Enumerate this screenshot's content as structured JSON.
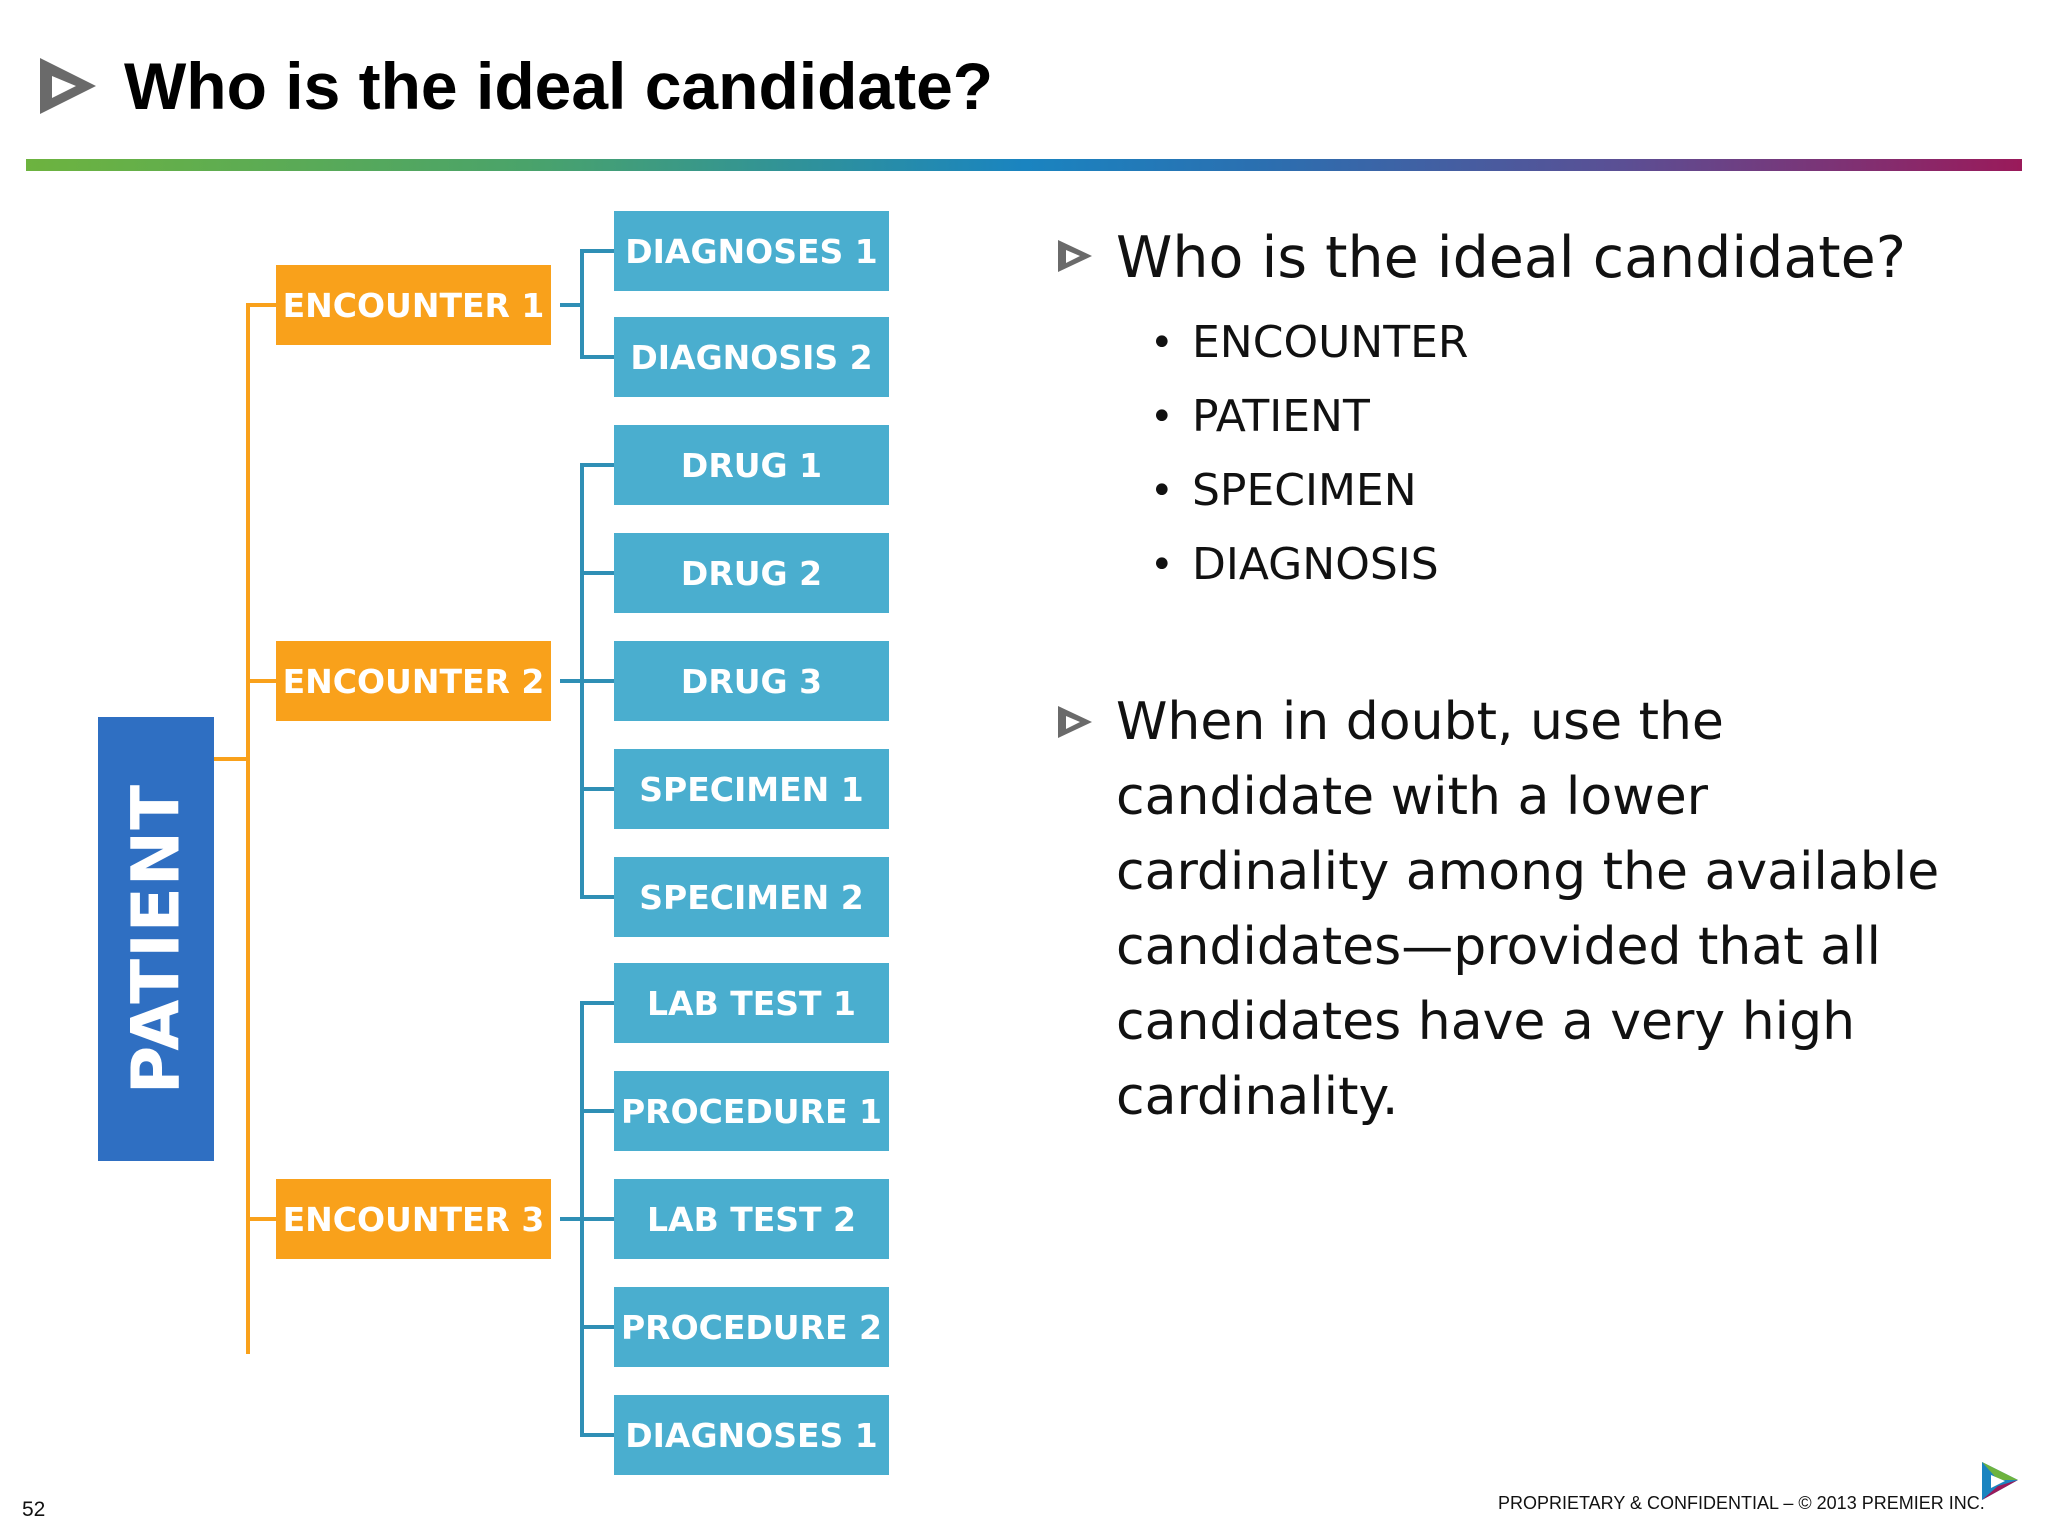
{
  "title": "Who is the ideal candidate?",
  "diagram": {
    "root": "PATIENT",
    "encounters": [
      {
        "label": "ENCOUNTER 1",
        "items": [
          "DIAGNOSES 1",
          "DIAGNOSIS 2"
        ]
      },
      {
        "label": "ENCOUNTER 2",
        "items": [
          "DRUG 1",
          "DRUG 2",
          "DRUG 3",
          "SPECIMEN 1",
          "SPECIMEN 2"
        ]
      },
      {
        "label": "ENCOUNTER 3",
        "items": [
          "LAB TEST 1",
          "PROCEDURE 1",
          "LAB TEST 2",
          "PROCEDURE 2",
          "DIAGNOSES 1"
        ]
      }
    ],
    "colors": {
      "root": "#2f6fc2",
      "encounter": "#f9a11b",
      "item": "#4aaecf",
      "item_connector": "#2f8fb5"
    }
  },
  "right_panel": {
    "heading": "Who is the ideal candidate?",
    "bullets": [
      "ENCOUNTER",
      "PATIENT",
      "SPECIMEN",
      "DIAGNOSIS"
    ],
    "paragraph": "When in doubt, use the candidate with a lower cardinality among the available candidates—provided that all candidates have a very high cardinality."
  },
  "footer": {
    "page_number": "52",
    "confidential": "PROPRIETARY & CONFIDENTIAL – © 2013 PREMIER INC."
  },
  "icons": {
    "header": "premier-logo-icon",
    "bullet": "arrow-bullet-icon",
    "footer": "premier-logo-icon"
  },
  "gradient_rule_colors": [
    "#6db33f",
    "#1a84c0",
    "#9a1a5a"
  ]
}
